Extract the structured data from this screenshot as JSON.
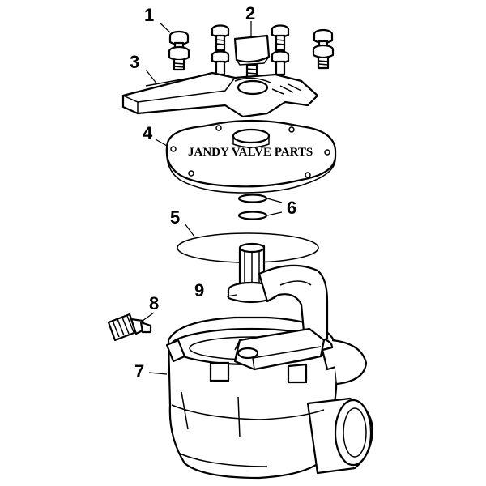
{
  "callouts": {
    "c1": "1",
    "c2": "2",
    "c3": "3",
    "c4": "4",
    "c5": "5",
    "c6": "6",
    "c7": "7",
    "c8": "8",
    "c9": "9"
  },
  "watermark": "JANDY VALVE PARTS"
}
